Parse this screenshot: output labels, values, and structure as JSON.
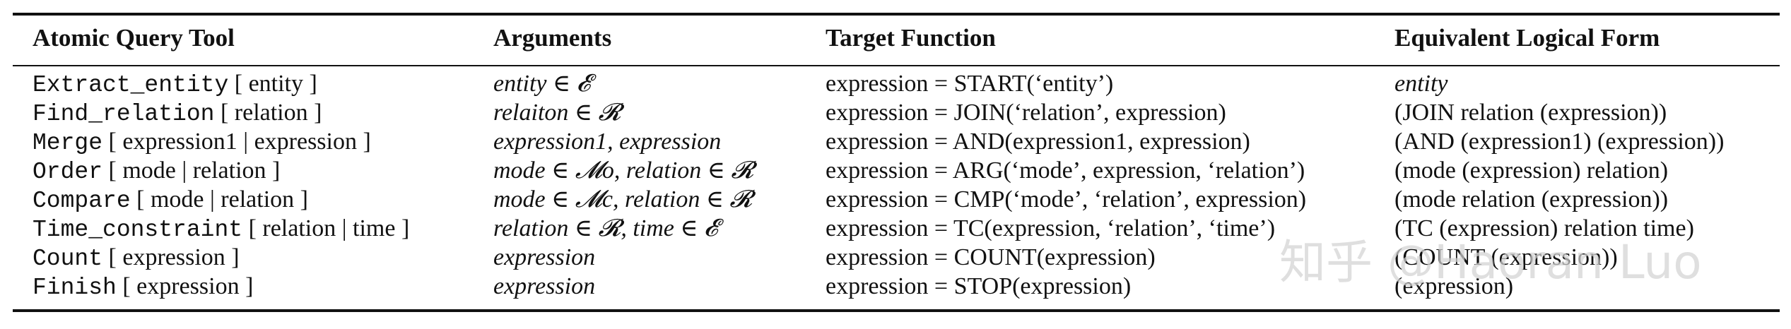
{
  "table": {
    "headers": [
      "Atomic Query Tool",
      "Arguments",
      "Target Function",
      "Equivalent Logical Form"
    ],
    "rows": [
      {
        "tool": {
          "name": "Extract_entity",
          "params": "[ entity ]"
        },
        "arguments": "entity ∈ 𝓔",
        "target": "expression = START(‘entity’)",
        "logical": "entity"
      },
      {
        "tool": {
          "name": "Find_relation",
          "params": "[ relation ]"
        },
        "arguments": "relaiton ∈ 𝓡",
        "target": "expression = JOIN(‘relation’, expression)",
        "logical": "(JOIN relation (expression))"
      },
      {
        "tool": {
          "name": "Merge",
          "params": "[ expression1 | expression ]"
        },
        "arguments": "expression1, expression",
        "target": "expression = AND(expression1, expression)",
        "logical": "(AND (expression1) (expression))"
      },
      {
        "tool": {
          "name": "Order",
          "params": "[ mode | relation ]"
        },
        "arguments": "mode ∈ 𝓜o, relation ∈ 𝓡",
        "target": "expression = ARG(‘mode’, expression, ‘relation’)",
        "logical": "(mode (expression) relation)"
      },
      {
        "tool": {
          "name": "Compare",
          "params": "[ mode | relation ]"
        },
        "arguments": "mode ∈ 𝓜c, relation ∈ 𝓡",
        "target": "expression = CMP(‘mode’, ‘relation’, expression)",
        "logical": "(mode relation (expression))"
      },
      {
        "tool": {
          "name": "Time_constraint",
          "params": "[ relation | time ]"
        },
        "arguments": "relation ∈ 𝓡, time ∈ 𝓔",
        "target": "expression = TC(expression, ‘relation’, ‘time’)",
        "logical": "(TC (expression) relation time)"
      },
      {
        "tool": {
          "name": "Count",
          "params": "[ expression ]"
        },
        "arguments": "expression",
        "target": "expression = COUNT(expression)",
        "logical": "(COUNT (expression))"
      },
      {
        "tool": {
          "name": "Finish",
          "params": "[ expression ]"
        },
        "arguments": "expression",
        "target": "expression = STOP(expression)",
        "logical": "(expression)"
      }
    ]
  },
  "watermark": "知乎 @Haoran Luo"
}
